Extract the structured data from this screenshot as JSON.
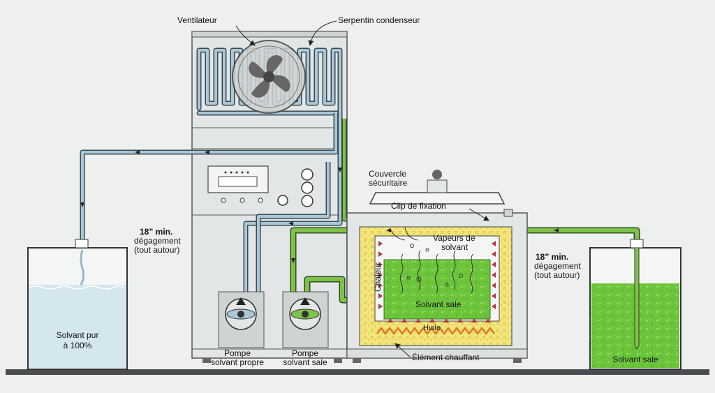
{
  "labels": {
    "fan": "Ventilateur",
    "condenser": "Serpentin condenseur",
    "lid_line1": "Couvercle",
    "lid_line2": "sécuritaire",
    "clip": "Clip de fixation",
    "vapors_line1": "Vapeurs de",
    "vapors_line2": "solvant",
    "heat": "Chaleur",
    "dirty_inside": "Solvant sale",
    "oil": "Huile",
    "heating_element": "Élément chauffant",
    "clean_pump_line1": "Pompe",
    "clean_pump_line2": "solvant propre",
    "dirty_pump_line1": "Pompe",
    "dirty_pump_line2": "solvant sale",
    "pure_line1": "Solvant pur",
    "pure_line2": "à 100%",
    "dirty_tank": "Solvant sale",
    "clearance_left": {
      "min": "18” min.",
      "line2": "dégagement",
      "line3": "(tout autour)"
    },
    "clearance_right": {
      "min": "18” min.",
      "line2": "dégagement",
      "line3": "(tout autour)"
    }
  },
  "colors": {
    "background": "#eef0ef",
    "cabinet": "#e3e6e6",
    "clean_pipe": "#a9c7d8",
    "dirty_pipe": "#7fc24a",
    "dirty_liquid": "#6cc43a",
    "oil": "#f3e57a",
    "heater": "#e07a28",
    "floor": "#4a4d4f"
  },
  "icons": [
    "fan-icon",
    "pump-icon"
  ]
}
